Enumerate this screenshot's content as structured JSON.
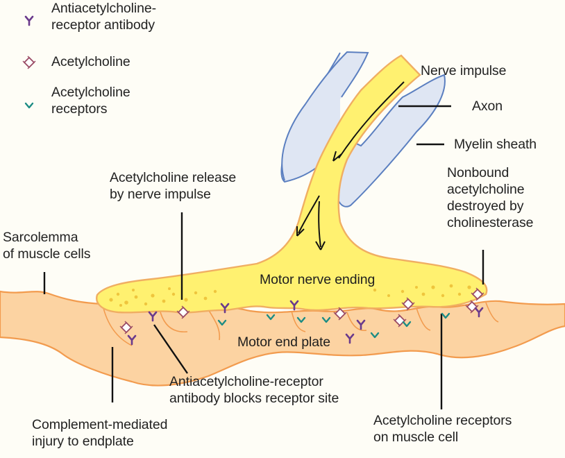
{
  "legend": {
    "antibody": "Antiacetylcholine-\nreceptor antibody",
    "acetylcholine": "Acetylcholine",
    "receptors": "Acetylcholine\nreceptors"
  },
  "labels": {
    "nerve_impulse": "Nerve impulse",
    "axon": "Axon",
    "myelin_sheath": "Myelin sheath",
    "ach_release": "Acetylcholine release\nby nerve impulse",
    "nonbound": "Nonbound\nacetylcholine\ndestroyed by\ncholinesterase",
    "sarcolemma": "Sarcolemma\nof muscle cells",
    "motor_nerve_ending": "Motor nerve ending",
    "motor_end_plate": "Motor end plate",
    "antibody_blocks": "Antiacetylcholine-receptor\nantibody blocks receptor site",
    "complement_injury": "Complement-mediated\ninjury to endplate",
    "ach_receptors_muscle": "Acetylcholine receptors\non muscle cell"
  },
  "colors": {
    "background": "#fefdf6",
    "myelin_fill": "#dfe6f3",
    "myelin_outline": "#5b7fc0",
    "nerve_fill": "#fff170",
    "nerve_outline": "#f0ae62",
    "vesicle": "#efc53d",
    "muscle_fill": "#fcd3a2",
    "muscle_outline": "#f29b4e",
    "antibody": "#6a3a8c",
    "acetylcholine": "#9a4a64",
    "receptor": "#1c8c84",
    "leader_line": "#111111"
  }
}
